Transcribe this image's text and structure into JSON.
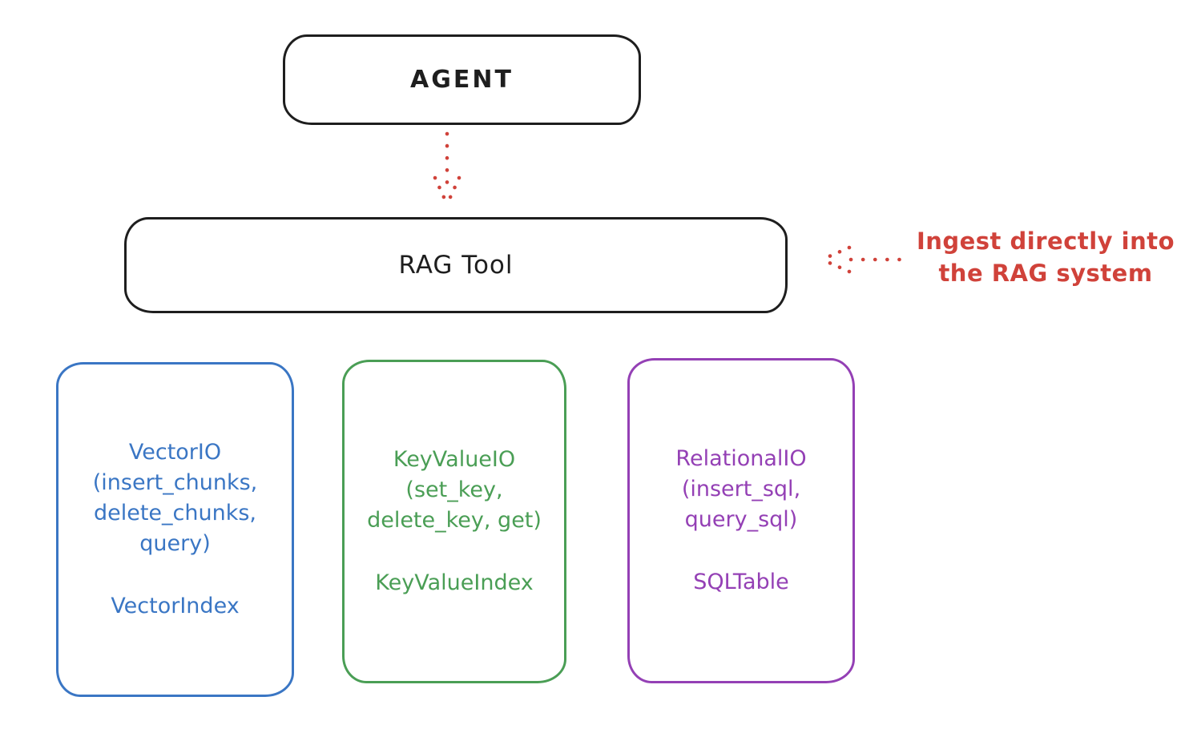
{
  "colors": {
    "ink": "#1e1e1e",
    "red": "#d0423a",
    "blue": "#3a76c4",
    "green": "#4a9e55",
    "purple": "#9440b5",
    "background": "#ffffff"
  },
  "nodes": {
    "agent": {
      "label": "AGENT"
    },
    "rag_tool": {
      "label": "RAG Tool"
    },
    "vector_io": {
      "lines": [
        "VectorIO",
        "(insert_chunks,",
        "delete_chunks,",
        "query)"
      ],
      "index_label": "VectorIndex"
    },
    "key_value_io": {
      "lines": [
        "KeyValueIO",
        "(set_key,",
        "delete_key, get)"
      ],
      "index_label": "KeyValueIndex"
    },
    "relational_io": {
      "lines": [
        "RelationalIO",
        "(insert_sql,",
        "query_sql)"
      ],
      "index_label": "SQLTable"
    }
  },
  "connectors": {
    "agent_to_rag": {
      "style": "dotted",
      "color": "#d0423a",
      "direction": "down"
    },
    "ingest": {
      "style": "dotted",
      "color": "#d0423a",
      "direction": "left"
    }
  },
  "annotation": {
    "lines": [
      "Ingest directly into",
      "the RAG system"
    ]
  }
}
